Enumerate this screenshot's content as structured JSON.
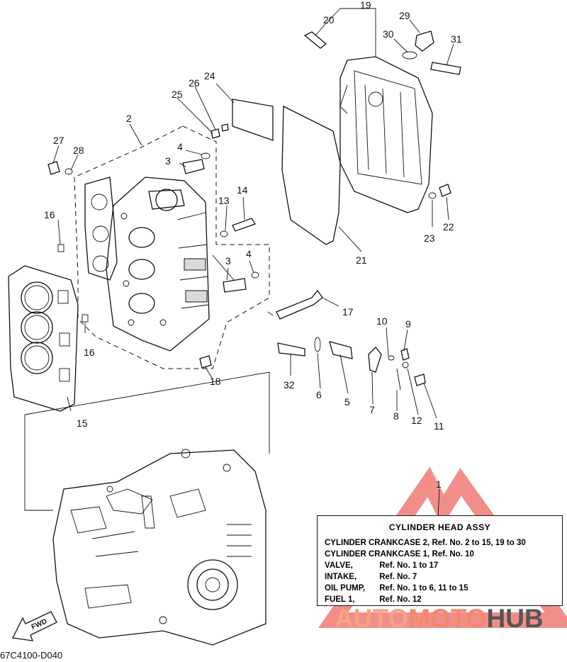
{
  "callouts": {
    "c1": "1",
    "c2": "2",
    "c3a": "3",
    "c3b": "3",
    "c4a": "4",
    "c4b": "4",
    "c5": "5",
    "c6": "6",
    "c7": "7",
    "c8": "8",
    "c9": "9",
    "c10": "10",
    "c11": "11",
    "c12": "12",
    "c13": "13",
    "c14": "14",
    "c15": "15",
    "c16a": "16",
    "c16b": "16",
    "c17": "17",
    "c18": "18",
    "c19": "19",
    "c20": "20",
    "c21": "21",
    "c22": "22",
    "c23": "23",
    "c24": "24",
    "c25": "25",
    "c26": "26",
    "c27": "27",
    "c28": "28",
    "c29": "29",
    "c30": "30",
    "c31": "31",
    "c32": "32"
  },
  "fwd_label": "FWD",
  "legend": {
    "title": "CYLINDER HEAD ASSY",
    "rows": [
      {
        "label": "CYLINDER CRANKCASE 2,",
        "ref": "Ref. No. 2 to 15, 19 to 30"
      },
      {
        "label": "CYLINDER CRANKCASE 1,",
        "ref": "Ref. No. 10"
      },
      {
        "label": "VALVE,",
        "ref": "Ref. No. 1 to 17"
      },
      {
        "label": "INTAKE,",
        "ref": "Ref. No. 7"
      },
      {
        "label": "OIL PUMP,",
        "ref": "Ref. No. 1 to 6, 11 to 15"
      },
      {
        "label": "FUEL 1,",
        "ref": "Ref. No. 12"
      }
    ]
  },
  "watermark": {
    "part1": "AUTO",
    "part2": "MOTO",
    "part3": "HUB",
    "accent": "#e8322a"
  },
  "drawing_code": "67C4100-D040"
}
